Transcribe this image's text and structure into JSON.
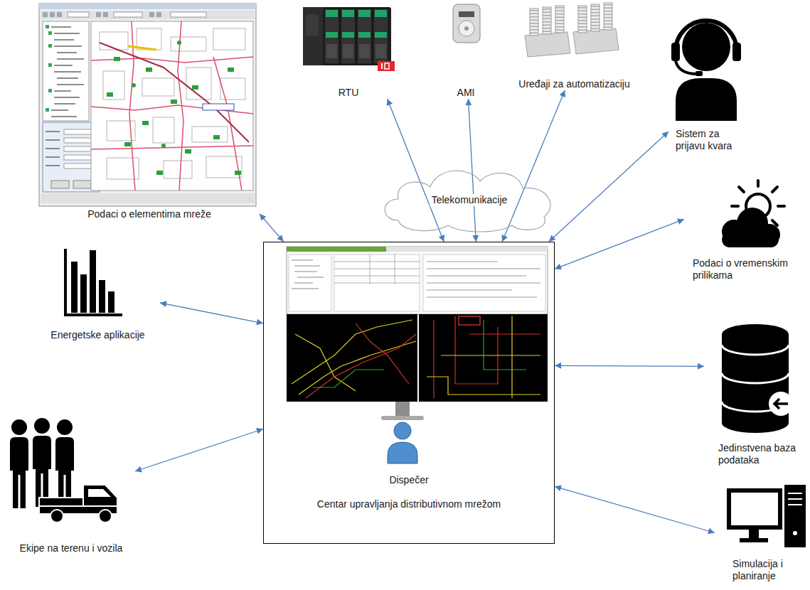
{
  "diagram": {
    "nodes": [
      {
        "text": [
          "Podaci o elementima mreže"
        ]
      },
      {
        "text": [
          "RTU"
        ]
      },
      {
        "text": [
          "AMI"
        ]
      },
      {
        "text": [
          "Uređaji za automatizaciju"
        ]
      },
      {
        "text": [
          "Sistem za prijavu kvara"
        ]
      },
      {
        "text": [
          "Telekomunikacije"
        ]
      },
      {
        "text": [
          "Podaci o vremenskim prilikama"
        ]
      },
      {
        "text": [
          "Energetske aplikacije"
        ]
      },
      {
        "text": [
          "Dispečer",
          "Centar upravljanja distributivnom mrežom"
        ]
      },
      {
        "text": [
          "Jedinstvena baza podataka"
        ]
      },
      {
        "text": [
          "Ekipe na terenu i vozila"
        ]
      },
      {
        "text": [
          "Simulacija i planiranje"
        ]
      }
    ],
    "edges": [
      {
        "from": 0,
        "to": 8,
        "arrow": "both"
      },
      {
        "from": 1,
        "to": 8,
        "arrow": "both"
      },
      {
        "from": 2,
        "to": 8,
        "arrow": "both"
      },
      {
        "from": 3,
        "to": 8,
        "arrow": "both"
      },
      {
        "from": 4,
        "to": 8,
        "arrow": "both"
      },
      {
        "from": 6,
        "to": 8,
        "arrow": "both"
      },
      {
        "from": 7,
        "to": 8,
        "arrow": "both"
      },
      {
        "from": 9,
        "to": 8,
        "arrow": "both"
      },
      {
        "from": 10,
        "to": 8,
        "arrow": "both"
      },
      {
        "from": 11,
        "to": 8,
        "arrow": "both"
      }
    ]
  }
}
